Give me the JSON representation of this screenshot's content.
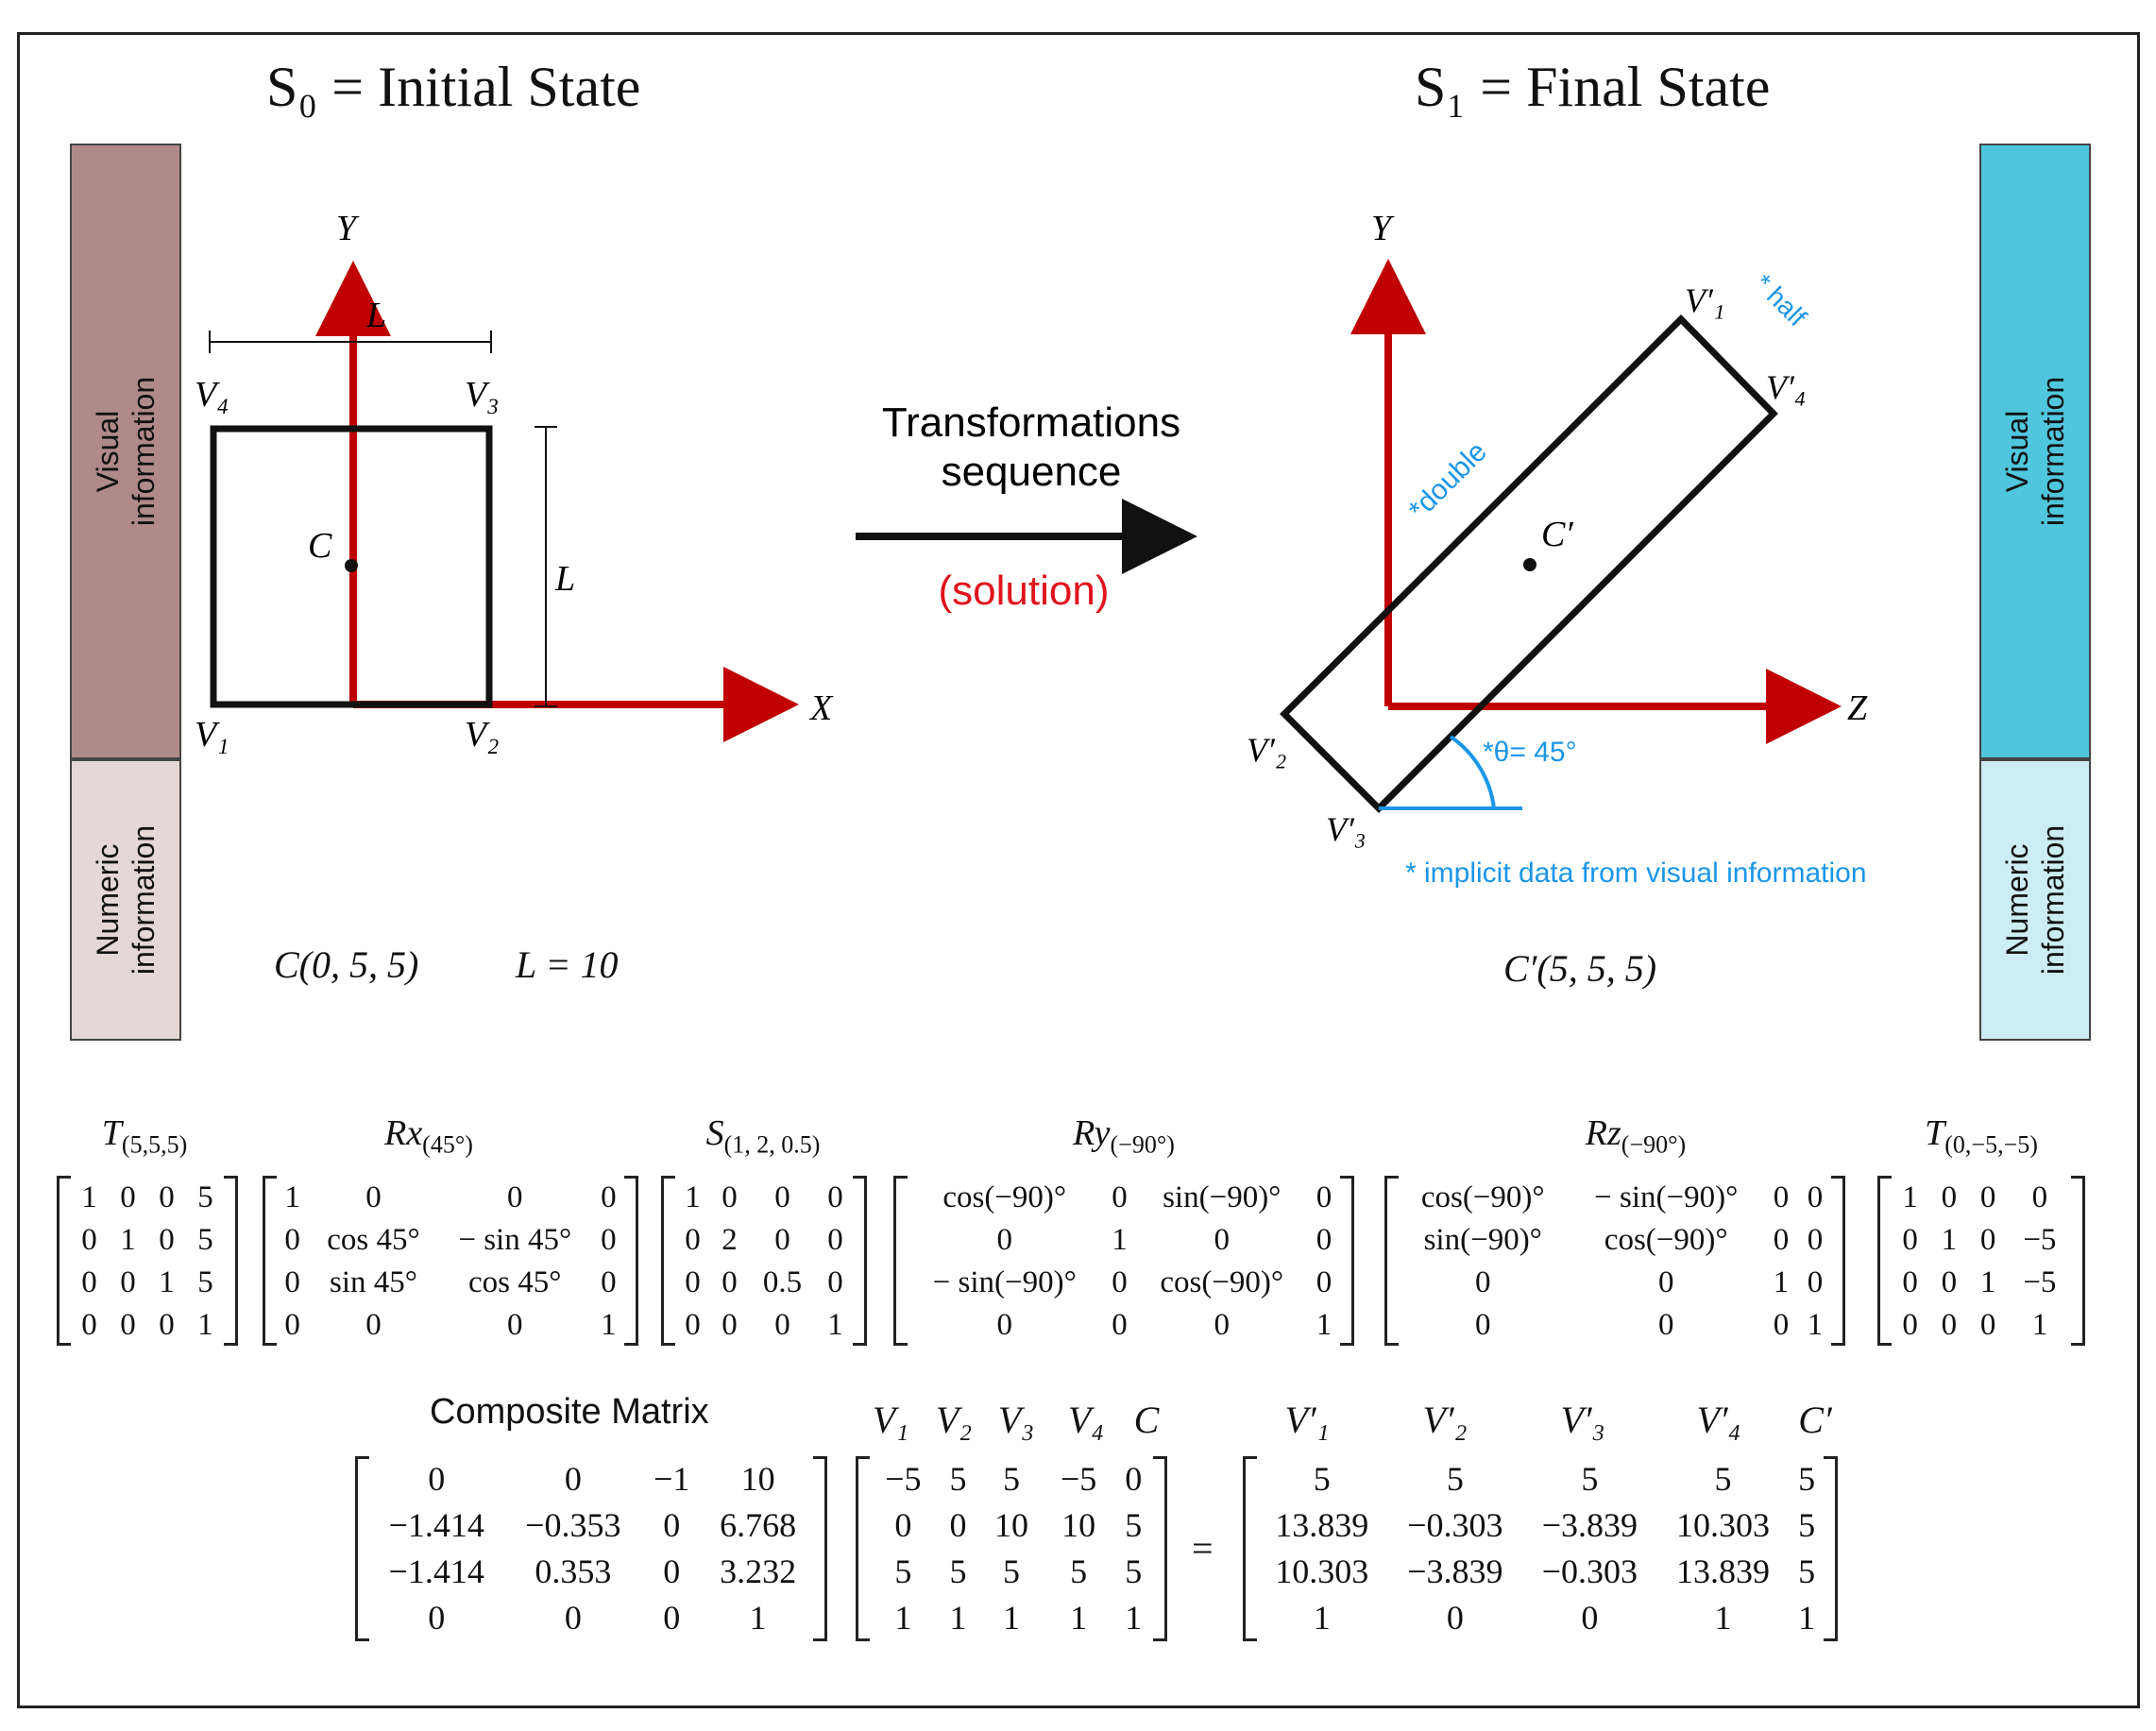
{
  "titles": {
    "initial": "S₀ = Initial State",
    "final": "S₁ = Final State"
  },
  "sidebars": {
    "left": {
      "visual_line1": "Visual",
      "visual_line2": "information",
      "numeric_line1": "Numeric",
      "numeric_line2": "information",
      "visual_color": "#b08a88",
      "numeric_color": "#e4d7d6"
    },
    "right": {
      "visual_line1": "Visual",
      "visual_line2": "information",
      "numeric_line1": "Numeric",
      "numeric_line2": "information",
      "visual_color": "#4fc6dd",
      "numeric_color": "#cdedf4"
    }
  },
  "initial": {
    "axis_y": "Y",
    "axis_x": "X",
    "length_top": "L",
    "length_side": "L",
    "v1": "V₁",
    "v2": "V₂",
    "v3": "V₃",
    "v4": "V₄",
    "center": "C",
    "numeric_c": "C(0, 5, 5)",
    "numeric_l": "L = 10"
  },
  "middle": {
    "line1": "Transformations",
    "line2": "sequence",
    "solution": "(solution)"
  },
  "final": {
    "axis_y": "Y",
    "axis_z": "Z",
    "v1": "V′₁",
    "v2": "V′₂",
    "v3": "V′₃",
    "v4": "V′₄",
    "center": "C′",
    "double": "*double",
    "half": "* half",
    "theta": "*θ= 45°",
    "note": "* implicit data from visual information",
    "numeric_c": "C′(5, 5, 5)"
  },
  "colors": {
    "axis": "#c00000",
    "annotation": "#1a96e8",
    "shape": "#111111"
  },
  "matrices": {
    "t1": {
      "label": "T",
      "sub": "(5,5,5)",
      "rows": [
        [
          "1",
          "0",
          "0",
          "5"
        ],
        [
          "0",
          "1",
          "0",
          "5"
        ],
        [
          "0",
          "0",
          "1",
          "5"
        ],
        [
          "0",
          "0",
          "0",
          "1"
        ]
      ]
    },
    "rx": {
      "label": "Rx",
      "sub": "(45°)",
      "rows": [
        [
          "1",
          "0",
          "0",
          "0"
        ],
        [
          "0",
          "cos 45°",
          "− sin 45°",
          "0"
        ],
        [
          "0",
          "sin 45°",
          "cos 45°",
          "0"
        ],
        [
          "0",
          "0",
          "0",
          "1"
        ]
      ]
    },
    "s": {
      "label": "S",
      "sub": "(1, 2, 0.5)",
      "rows": [
        [
          "1",
          "0",
          "0",
          "0"
        ],
        [
          "0",
          "2",
          "0",
          "0"
        ],
        [
          "0",
          "0",
          "0.5",
          "0"
        ],
        [
          "0",
          "0",
          "0",
          "1"
        ]
      ]
    },
    "ry": {
      "label": "Ry",
      "sub": "(−90°)",
      "rows": [
        [
          "cos(−90)°",
          "0",
          "sin(−90)°",
          "0"
        ],
        [
          "0",
          "1",
          "0",
          "0"
        ],
        [
          "− sin(−90)°",
          "0",
          "cos(−90)°",
          "0"
        ],
        [
          "0",
          "0",
          "0",
          "1"
        ]
      ]
    },
    "rz": {
      "label": "Rz",
      "sub": "(−90°)",
      "rows": [
        [
          "cos(−90)°",
          "− sin(−90)°",
          "0",
          "0"
        ],
        [
          "sin(−90)°",
          "cos(−90)°",
          "0",
          "0"
        ],
        [
          "0",
          "0",
          "1",
          "0"
        ],
        [
          "0",
          "0",
          "0",
          "1"
        ]
      ]
    },
    "t2": {
      "label": "T",
      "sub": "(0,−5,−5)",
      "rows": [
        [
          "1",
          "0",
          "0",
          "0"
        ],
        [
          "0",
          "1",
          "0",
          "−5"
        ],
        [
          "0",
          "0",
          "1",
          "−5"
        ],
        [
          "0",
          "0",
          "0",
          "1"
        ]
      ]
    }
  },
  "composite": {
    "label": "Composite Matrix",
    "matrix": [
      [
        "0",
        "0",
        "−1",
        "10"
      ],
      [
        "−1.414",
        "−0.353",
        "0",
        "6.768"
      ],
      [
        "−1.414",
        "0.353",
        "0",
        "3.232"
      ],
      [
        "0",
        "0",
        "0",
        "1"
      ]
    ],
    "vertices_headers": [
      "V₁",
      "V₂",
      "V₃",
      "V₄",
      "C"
    ],
    "vertices": [
      [
        "−5",
        "5",
        "5",
        "−5",
        "0"
      ],
      [
        "0",
        "0",
        "10",
        "10",
        "5"
      ],
      [
        "5",
        "5",
        "5",
        "5",
        "5"
      ],
      [
        "1",
        "1",
        "1",
        "1",
        "1"
      ]
    ],
    "equals": "=",
    "result_headers": [
      "V′₁",
      "V′₂",
      "V′₃",
      "V′₄",
      "C′"
    ],
    "result": [
      [
        "5",
        "5",
        "5",
        "5",
        "5"
      ],
      [
        "13.839",
        "−0.303",
        "−3.839",
        "10.303",
        "5"
      ],
      [
        "10.303",
        "−3.839",
        "−0.303",
        "13.839",
        "5"
      ],
      [
        "1",
        "0",
        "0",
        "1",
        "1"
      ]
    ]
  }
}
